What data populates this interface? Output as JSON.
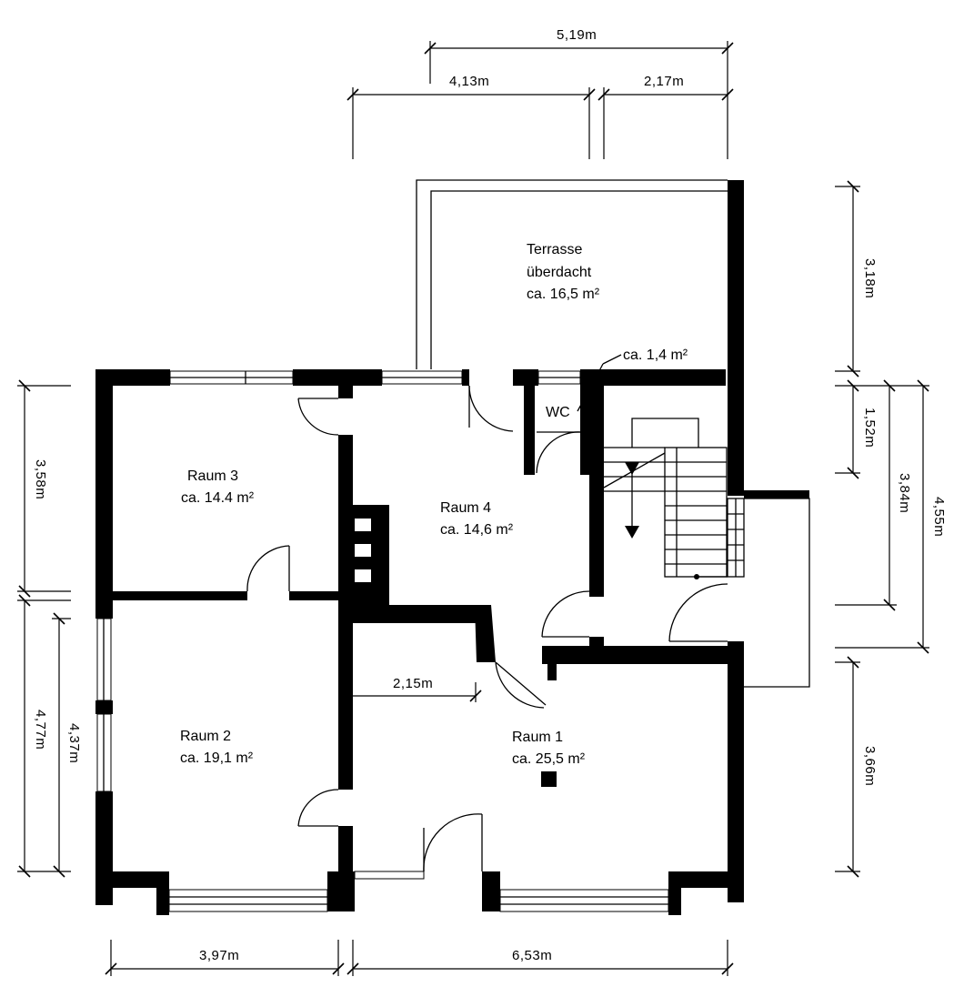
{
  "rooms": {
    "terrasse": {
      "line1": "Terrasse",
      "line2": "überdacht",
      "area": "ca. 16,5 m²"
    },
    "wc": {
      "name": "WC",
      "area": "ca. 1,4 m²"
    },
    "raum1": {
      "name": "Raum 1",
      "area": "ca. 25,5 m²"
    },
    "raum2": {
      "name": "Raum 2",
      "area": "ca. 19,1 m²"
    },
    "raum3": {
      "name": "Raum 3",
      "area": "ca. 14.4 m²"
    },
    "raum4": {
      "name": "Raum 4",
      "area": "ca. 14,6 m²"
    }
  },
  "dimensions": {
    "top_total": "5,19m",
    "top_left": "4,13m",
    "top_right": "2,17m",
    "right_terrasse": "3,18m",
    "right_stair": "1,52m",
    "right_middle": "3,84m",
    "right_outer": "4,55m",
    "right_lower": "3,66m",
    "left_raum3": "3,58m",
    "left_raum2_outer": "4,77m",
    "left_raum2_inner": "4,37m",
    "inner_raum1": "2,15m",
    "bottom_left": "3,97m",
    "bottom_right": "6,53m"
  }
}
